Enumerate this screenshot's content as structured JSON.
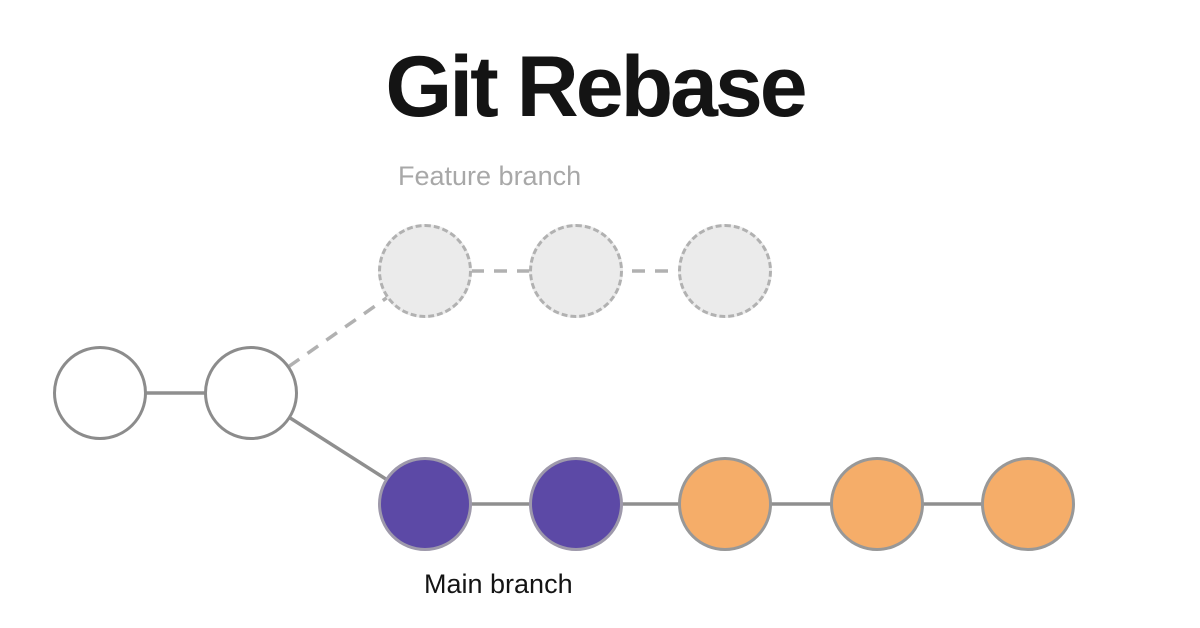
{
  "title": "Git Rebase",
  "labels": {
    "feature_branch": "Feature branch",
    "main_branch": "Main branch"
  },
  "colors": {
    "background": "#ffffff",
    "title_text": "#141414",
    "feature_label_text": "#a8a8a8",
    "main_label_text": "#141414",
    "connector": "#8f8f8f",
    "dashed_connector": "#b1b1b1",
    "base_commit_fill": "#ffffff",
    "base_commit_border": "#8c8c8c",
    "feature_commit_fill": "#ebebeb",
    "feature_commit_border": "#b1b1b1",
    "rebased_commit_fill": "#5c49a6",
    "rebased_commit_border": "#9e99ab",
    "new_commit_fill": "#f5ad69",
    "new_commit_border": "#989898"
  },
  "diagram": {
    "base_commit_count": 2,
    "feature_commit_count": 3,
    "rebased_commit_count": 2,
    "new_commit_count": 3
  }
}
